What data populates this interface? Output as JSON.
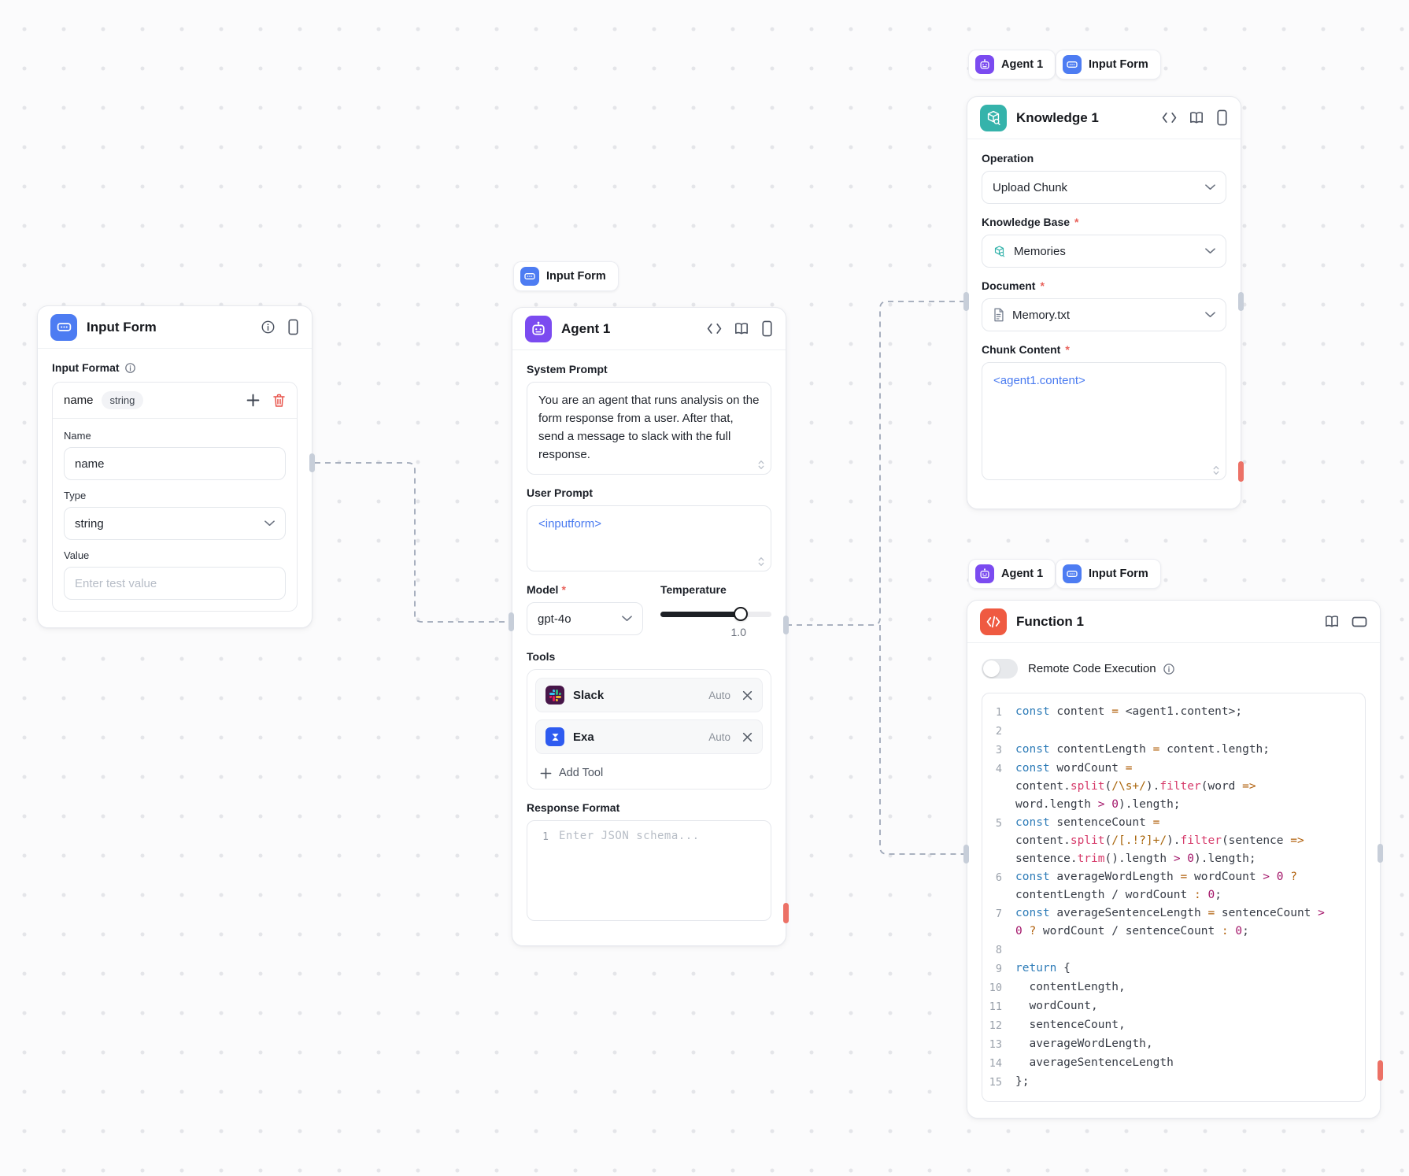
{
  "canvas": {
    "background": "#fbfbfc",
    "dot_color": "#e4e5e9"
  },
  "colors": {
    "input_form_accent": "#4d7cf2",
    "agent_accent": "#7b4bf0",
    "knowledge_accent": "#35b3ab",
    "function_accent": "#ef5a41",
    "slack_brand": "#471649",
    "exa_brand": "#2e5bf0",
    "template_token": "#4a7bf0",
    "required": "#e8615a",
    "handle_gray": "#c7ced9",
    "handle_red": "#ec7166",
    "connection": "#9fa8b8",
    "syntax": {
      "keyword": "#2e7cb8",
      "plain": "#363b45",
      "operator": "#b05f0a",
      "function": "#d63a6a",
      "number": "#a31569",
      "regex": "#a8650b"
    }
  },
  "required_marker": "*",
  "pills": {
    "above_agent": [
      {
        "icon": "input-form",
        "label": "Input Form"
      }
    ],
    "above_knowledge": [
      {
        "icon": "agent",
        "label": "Agent 1"
      },
      {
        "icon": "input-form",
        "label": "Input Form"
      }
    ],
    "above_function": [
      {
        "icon": "agent",
        "label": "Agent 1"
      },
      {
        "icon": "input-form",
        "label": "Input Form"
      }
    ]
  },
  "input_form_node": {
    "title": "Input Form",
    "input_format_label": "Input Format",
    "field_name": "name",
    "field_type_badge": "string",
    "name_label": "Name",
    "name_value": "name",
    "type_label": "Type",
    "type_value": "string",
    "value_label": "Value",
    "value_placeholder": "Enter test value"
  },
  "agent_node": {
    "title": "Agent 1",
    "system_prompt_label": "System Prompt",
    "system_prompt_value": "You are an agent that runs analysis on the form response from a user. After that, send a message to slack with the full response.",
    "user_prompt_label": "User Prompt",
    "user_prompt_value": "<inputform>",
    "model_label": "Model",
    "model_value": "gpt-4o",
    "temperature_label": "Temperature",
    "temperature_value": "1.0",
    "tools_label": "Tools",
    "tools": [
      {
        "name": "Slack",
        "mode": "Auto"
      },
      {
        "name": "Exa",
        "mode": "Auto"
      }
    ],
    "add_tool_label": "Add Tool",
    "response_format_label": "Response Format",
    "response_format_gutter": "1",
    "response_format_placeholder": "Enter JSON schema..."
  },
  "knowledge_node": {
    "title": "Knowledge 1",
    "operation_label": "Operation",
    "operation_value": "Upload Chunk",
    "knowledge_base_label": "Knowledge Base",
    "knowledge_base_value": "Memories",
    "document_label": "Document",
    "document_value": "Memory.txt",
    "chunk_content_label": "Chunk Content",
    "chunk_content_value": "<agent1.content>"
  },
  "function_node": {
    "title": "Function 1",
    "remote_code_label": "Remote Code Execution",
    "code_lines": [
      {
        "n": "1",
        "t": [
          [
            "kw",
            "const"
          ],
          [
            "pl",
            " content "
          ],
          [
            "op",
            "="
          ],
          [
            "pl",
            " <agent1.content>;"
          ]
        ]
      },
      {
        "n": "2",
        "t": []
      },
      {
        "n": "3",
        "t": [
          [
            "kw",
            "const"
          ],
          [
            "pl",
            " contentLength "
          ],
          [
            "op",
            "="
          ],
          [
            "pl",
            " content.length;"
          ]
        ]
      },
      {
        "n": "4",
        "t": [
          [
            "kw",
            "const"
          ],
          [
            "pl",
            " wordCount "
          ],
          [
            "op",
            "="
          ],
          [
            "pl",
            " content."
          ],
          [
            "fn",
            "split"
          ],
          [
            "pl",
            "("
          ],
          [
            "re",
            "/\\s+/"
          ],
          [
            "pl",
            ")."
          ],
          [
            "fn",
            "filter"
          ],
          [
            "pl",
            "(word "
          ],
          [
            "op",
            "=>"
          ],
          [
            "pl",
            " word.length "
          ],
          [
            "num",
            ">"
          ],
          [
            "pl",
            " "
          ],
          [
            "num",
            "0"
          ],
          [
            "pl",
            ").length;"
          ]
        ]
      },
      {
        "n": "5",
        "t": [
          [
            "kw",
            "const"
          ],
          [
            "pl",
            " sentenceCount "
          ],
          [
            "op",
            "="
          ],
          [
            "pl",
            " content."
          ],
          [
            "fn",
            "split"
          ],
          [
            "pl",
            "("
          ],
          [
            "re",
            "/[.!?]+/"
          ],
          [
            "pl",
            ")."
          ],
          [
            "fn",
            "filter"
          ],
          [
            "pl",
            "(sentence "
          ],
          [
            "op",
            "=>"
          ],
          [
            "pl",
            " sentence."
          ],
          [
            "fn",
            "trim"
          ],
          [
            "pl",
            "().length "
          ],
          [
            "num",
            ">"
          ],
          [
            "pl",
            " "
          ],
          [
            "num",
            "0"
          ],
          [
            "pl",
            ").length;"
          ]
        ]
      },
      {
        "n": "6",
        "t": [
          [
            "kw",
            "const"
          ],
          [
            "pl",
            " averageWordLength "
          ],
          [
            "op",
            "="
          ],
          [
            "pl",
            " wordCount "
          ],
          [
            "num",
            ">"
          ],
          [
            "pl",
            " "
          ],
          [
            "num",
            "0"
          ],
          [
            "pl",
            " "
          ],
          [
            "op",
            "?"
          ],
          [
            "pl",
            " contentLength / wordCount "
          ],
          [
            "op",
            ":"
          ],
          [
            "pl",
            " "
          ],
          [
            "num",
            "0"
          ],
          [
            "pl",
            ";"
          ]
        ]
      },
      {
        "n": "7",
        "t": [
          [
            "kw",
            "const"
          ],
          [
            "pl",
            " averageSentenceLength "
          ],
          [
            "op",
            "="
          ],
          [
            "pl",
            " sentenceCount "
          ],
          [
            "num",
            ">"
          ],
          [
            "pl",
            " "
          ],
          [
            "num",
            "0"
          ],
          [
            "pl",
            " "
          ],
          [
            "op",
            "?"
          ],
          [
            "pl",
            " wordCount / sentenceCount "
          ],
          [
            "op",
            ":"
          ],
          [
            "pl",
            " "
          ],
          [
            "num",
            "0"
          ],
          [
            "pl",
            ";"
          ]
        ]
      },
      {
        "n": "8",
        "t": []
      },
      {
        "n": "9",
        "t": [
          [
            "kw",
            "return"
          ],
          [
            "pl",
            " {"
          ]
        ]
      },
      {
        "n": "10",
        "t": [
          [
            "pl",
            "  contentLength,"
          ]
        ]
      },
      {
        "n": "11",
        "t": [
          [
            "pl",
            "  wordCount,"
          ]
        ]
      },
      {
        "n": "12",
        "t": [
          [
            "pl",
            "  sentenceCount,"
          ]
        ]
      },
      {
        "n": "13",
        "t": [
          [
            "pl",
            "  averageWordLength,"
          ]
        ]
      },
      {
        "n": "14",
        "t": [
          [
            "pl",
            "  averageSentenceLength"
          ]
        ]
      },
      {
        "n": "15",
        "t": [
          [
            "pl",
            "};"
          ]
        ]
      }
    ]
  }
}
